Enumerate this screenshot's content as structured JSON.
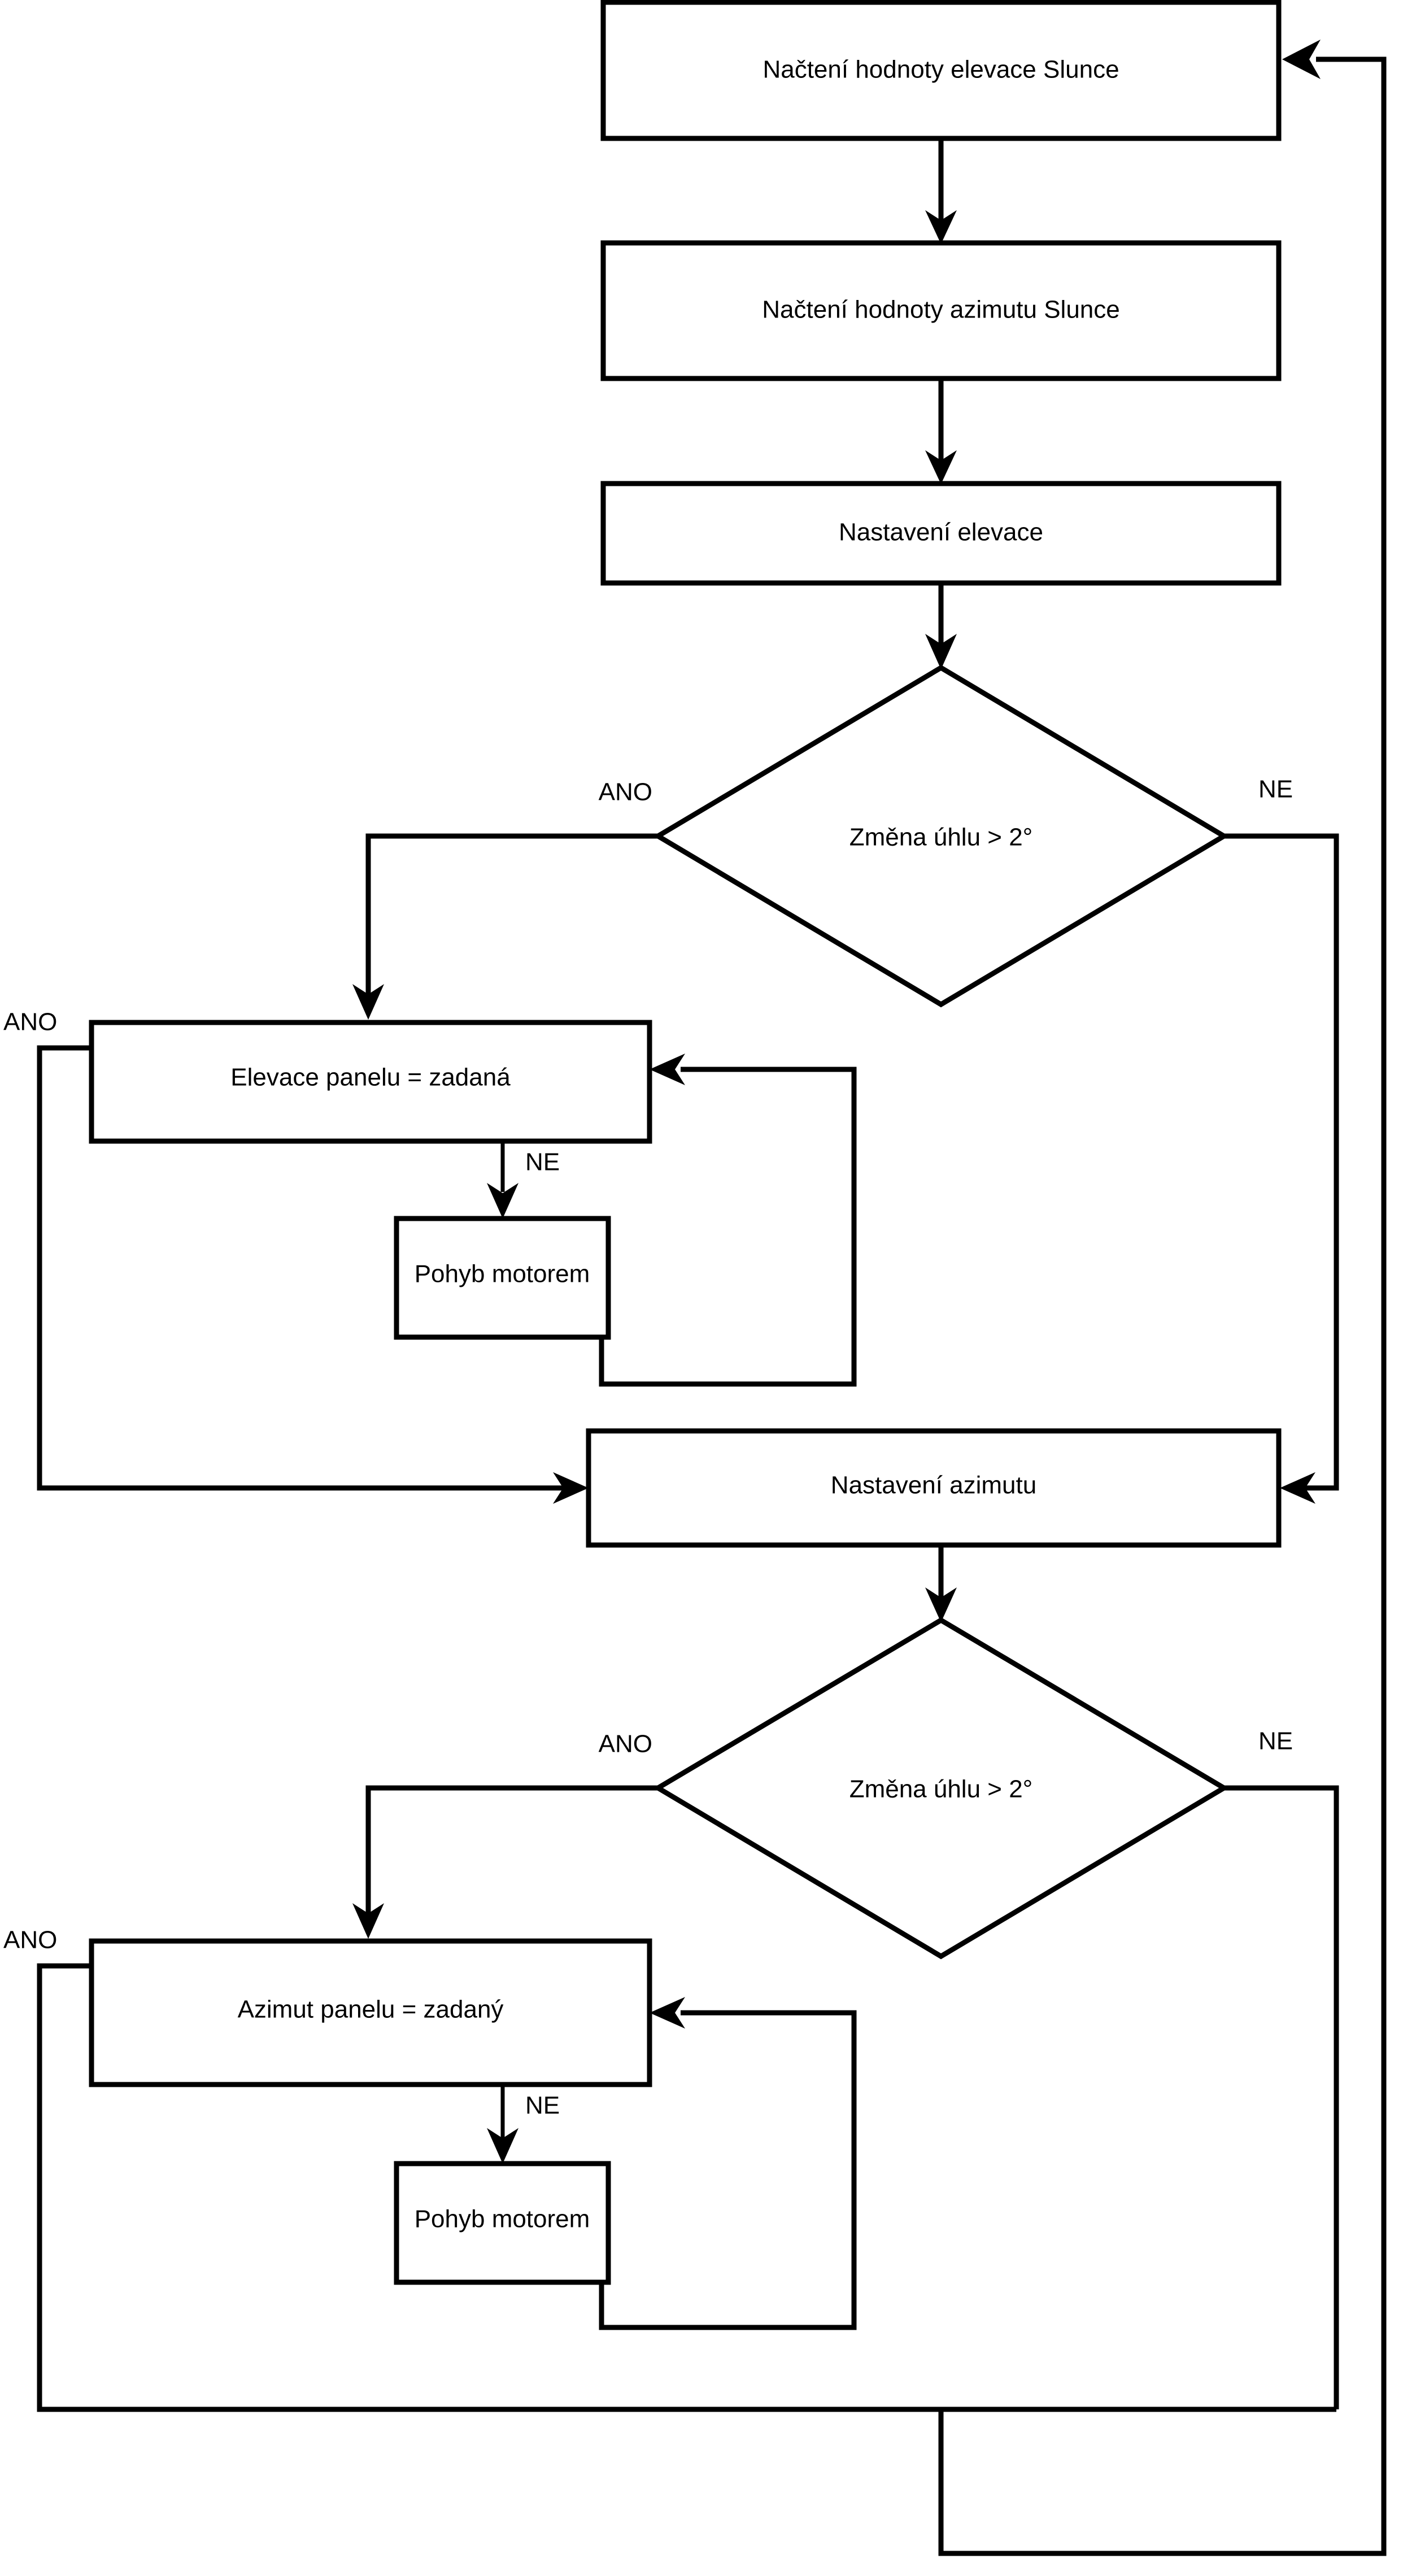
{
  "diagram": {
    "type": "flowchart",
    "language": "cs",
    "orientation": "top-to-bottom",
    "stroke_color": "#000000",
    "fill_color": "#ffffff",
    "nodes": [
      {
        "id": "read_elevation",
        "shape": "process",
        "label": "Načtení hodnoty elevace Slunce"
      },
      {
        "id": "read_azimuth",
        "shape": "process",
        "label": "Načtení hodnoty azimutu Slunce"
      },
      {
        "id": "set_elevation",
        "shape": "process",
        "label": "Nastavení elevace"
      },
      {
        "id": "decide_elev",
        "shape": "decision",
        "label": "Změna úhlu > 2°"
      },
      {
        "id": "panel_elev_eq",
        "shape": "process",
        "label": "Elevace panelu = zadaná"
      },
      {
        "id": "motor_move_elev",
        "shape": "process",
        "label": "Pohyb motorem"
      },
      {
        "id": "set_azimuth",
        "shape": "process",
        "label": "Nastavení azimutu"
      },
      {
        "id": "decide_azim",
        "shape": "decision",
        "label": "Změna úhlu > 2°"
      },
      {
        "id": "panel_azim_eq",
        "shape": "process",
        "label": "Azimut panelu = zadaný"
      },
      {
        "id": "motor_move_azim",
        "shape": "process",
        "label": "Pohyb motorem"
      }
    ],
    "edges": [
      {
        "from": "read_elevation",
        "to": "read_azimuth",
        "label": ""
      },
      {
        "from": "read_azimuth",
        "to": "set_elevation",
        "label": ""
      },
      {
        "from": "set_elevation",
        "to": "decide_elev",
        "label": ""
      },
      {
        "from": "decide_elev",
        "to": "panel_elev_eq",
        "label": "ANO"
      },
      {
        "from": "decide_elev",
        "to": "set_azimuth",
        "label": "NE"
      },
      {
        "from": "panel_elev_eq",
        "to": "set_azimuth",
        "label": "ANO"
      },
      {
        "from": "panel_elev_eq",
        "to": "motor_move_elev",
        "label": "NE"
      },
      {
        "from": "motor_move_elev",
        "to": "panel_elev_eq",
        "label": ""
      },
      {
        "from": "set_azimuth",
        "to": "decide_azim",
        "label": ""
      },
      {
        "from": "decide_azim",
        "to": "panel_azim_eq",
        "label": "ANO"
      },
      {
        "from": "decide_azim",
        "to": "read_elevation",
        "label": "NE"
      },
      {
        "from": "panel_azim_eq",
        "to": "read_elevation",
        "label": "ANO"
      },
      {
        "from": "panel_azim_eq",
        "to": "motor_move_azim",
        "label": "NE"
      },
      {
        "from": "motor_move_azim",
        "to": "panel_azim_eq",
        "label": ""
      }
    ],
    "edge_labels": {
      "decide_elev_yes": "ANO",
      "decide_elev_no": "NE",
      "panel_elev_yes": "ANO",
      "panel_elev_no": "NE",
      "decide_azim_yes": "ANO",
      "decide_azim_no": "NE",
      "panel_azim_yes": "ANO",
      "panel_azim_no": "NE"
    }
  }
}
